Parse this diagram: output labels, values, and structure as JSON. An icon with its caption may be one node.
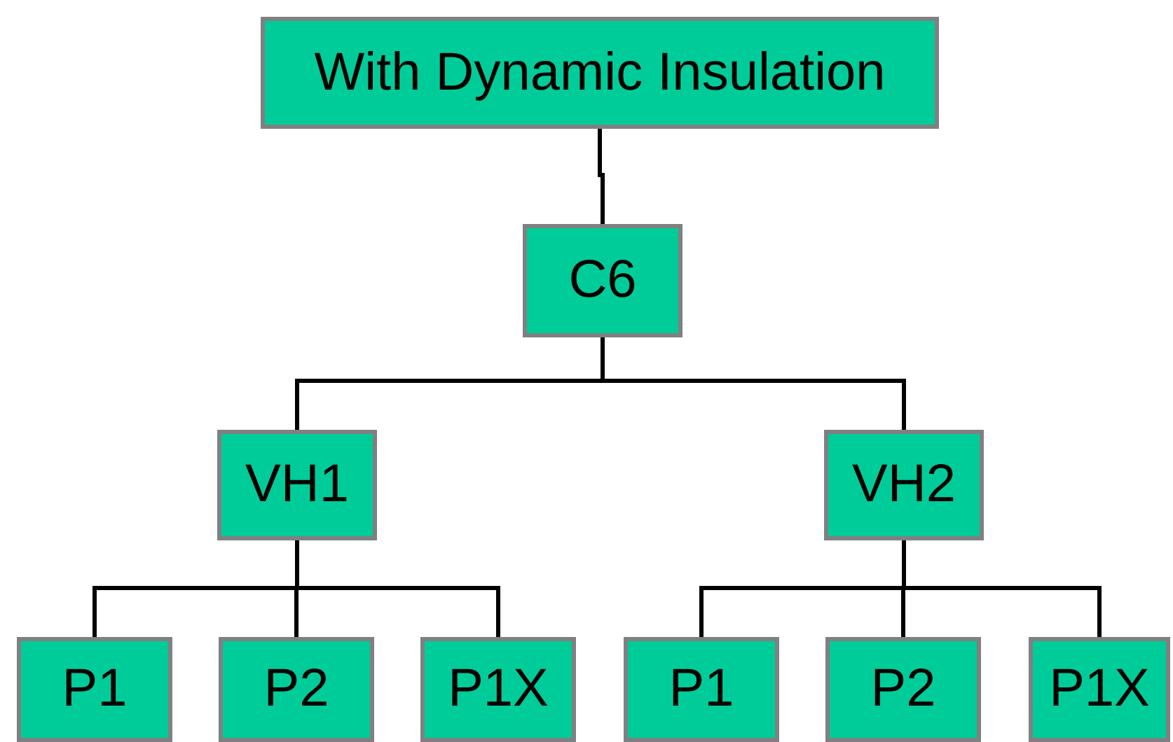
{
  "diagram": {
    "nodes": [
      {
        "text": [
          "With Dynamic Insulation"
        ]
      },
      {
        "text": [
          "C6"
        ]
      },
      {
        "text": [
          "VH1"
        ]
      },
      {
        "text": [
          "VH2"
        ]
      },
      {
        "text": [
          "P1"
        ]
      },
      {
        "text": [
          "P2"
        ]
      },
      {
        "text": [
          "P1X"
        ]
      },
      {
        "text": [
          "P1"
        ]
      },
      {
        "text": [
          "P2"
        ]
      },
      {
        "text": [
          "P1X"
        ]
      }
    ],
    "edges": [
      {
        "from": 0,
        "to": 1,
        "arrow": "none"
      },
      {
        "from": 1,
        "to": 2,
        "arrow": "none"
      },
      {
        "from": 1,
        "to": 3,
        "arrow": "none"
      },
      {
        "from": 2,
        "to": 4,
        "arrow": "none"
      },
      {
        "from": 2,
        "to": 5,
        "arrow": "none"
      },
      {
        "from": 2,
        "to": 6,
        "arrow": "none"
      },
      {
        "from": 3,
        "to": 7,
        "arrow": "none"
      },
      {
        "from": 3,
        "to": 8,
        "arrow": "none"
      },
      {
        "from": 3,
        "to": 9,
        "arrow": "none"
      }
    ]
  }
}
